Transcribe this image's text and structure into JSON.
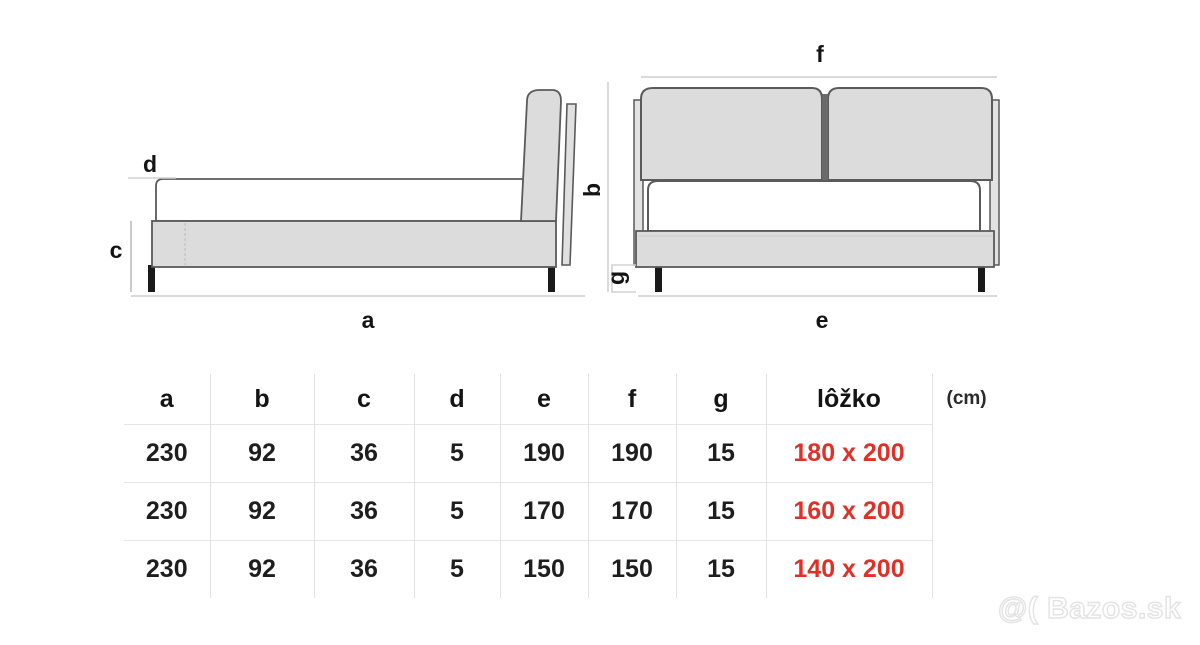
{
  "diagram": {
    "side_view": {
      "labels": {
        "length": "a",
        "height": "b",
        "frame_height": "c",
        "rail_thickness": "d"
      }
    },
    "front_view": {
      "labels": {
        "headboard_width": "f",
        "overall_width": "e",
        "height": "b",
        "leg_height": "g"
      }
    }
  },
  "table": {
    "headers": [
      "a",
      "b",
      "c",
      "d",
      "e",
      "f",
      "g",
      "lôžko"
    ],
    "unit": "(cm)",
    "rows": [
      {
        "a": "230",
        "b": "92",
        "c": "36",
        "d": "5",
        "e": "190",
        "f": "190",
        "g": "15",
        "bed": "180 x 200"
      },
      {
        "a": "230",
        "b": "92",
        "c": "36",
        "d": "5",
        "e": "170",
        "f": "170",
        "g": "15",
        "bed": "160 x 200"
      },
      {
        "a": "230",
        "b": "92",
        "c": "36",
        "d": "5",
        "e": "150",
        "f": "150",
        "g": "15",
        "bed": "140 x 200"
      }
    ]
  },
  "watermark": {
    "text": "@( Bazos.sk"
  },
  "colors": {
    "bed_fill": "#dcdcdc",
    "bed_stroke": "#5a5a5a",
    "dimension_line": "#d2d2d2",
    "bed_size_red": "#e03128",
    "leg": "#1a1a1a",
    "grid": "#e2e2e2"
  }
}
